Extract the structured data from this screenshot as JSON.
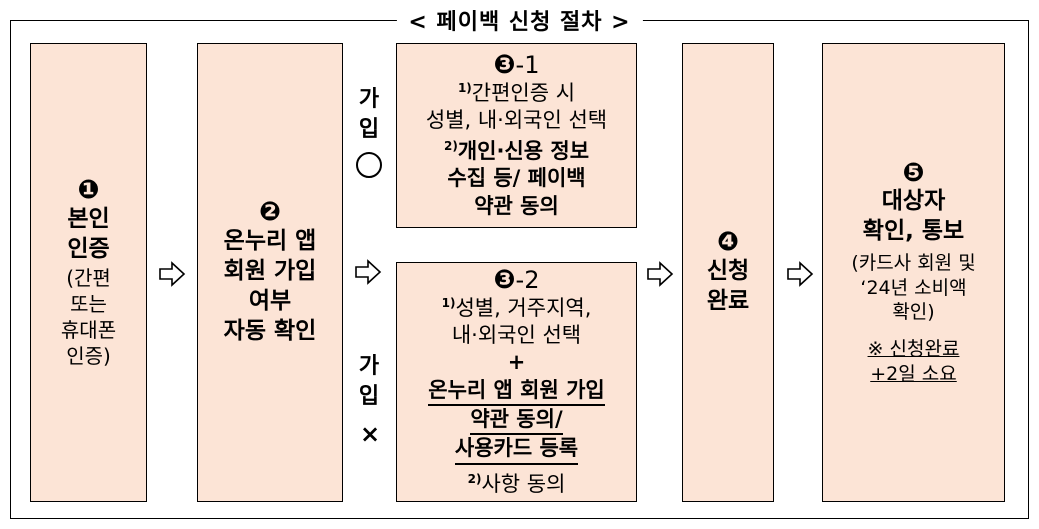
{
  "title": "< 페이백 신청 절차 >",
  "step1": {
    "num": "❶",
    "title_line1": "본인",
    "title_line2": "인증",
    "note_line1": "(간편",
    "note_line2": "또는",
    "note_line3": "휴대폰",
    "note_line4": "인증)"
  },
  "step2": {
    "num": "❷",
    "line1": "온누리 앱",
    "line2": "회원 가입",
    "line3": "여부",
    "line4": "자동 확인"
  },
  "branch_yes": {
    "char1": "가",
    "char2": "입",
    "mark": "◯"
  },
  "branch_no": {
    "char1": "가",
    "char2": "입",
    "mark": "×"
  },
  "step3_1": {
    "num": "❸",
    "num_suffix": "-1",
    "note1_sup": "1)",
    "note1_line1": "간편인증 시",
    "note1_line2": "성별, 내·외국인 선택",
    "note2_sup": "2)",
    "note2_line1": "개인·신용 정보",
    "note2_line2": "수집 등/ 페이백",
    "note2_line3": "약관 동의"
  },
  "step3_2": {
    "num": "❸",
    "num_suffix": "-2",
    "note1_sup": "1)",
    "note1_line1": "성별, 거주지역,",
    "note1_line2": "내·외국인 선택",
    "plus": "+",
    "ul_line1": "온누리 앱 회원 가입",
    "ul_line2": "약관 동의/",
    "ul_line3": "사용카드 등록",
    "note2_sup": "2)",
    "note2_line1": "사항 동의"
  },
  "step4": {
    "num": "❹",
    "line1": "신청",
    "line2": "완료"
  },
  "step5": {
    "num": "❺",
    "line1": "대상자",
    "line2": "확인, 통보",
    "note_line1": "(카드사 회원 및",
    "note_line2": "‘24년 소비액",
    "note_line3": "확인)",
    "remark_line1": "※ 신청완료",
    "remark_line2": "+2일 소요"
  },
  "colors": {
    "box_fill": "#fce4d6",
    "border": "#000000"
  },
  "icons": {
    "arrow": "hollow-right-arrow-icon"
  }
}
